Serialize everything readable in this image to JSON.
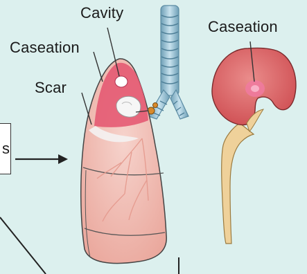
{
  "labels": {
    "cavity": "Cavity",
    "caseation_lung": "Caseation",
    "scar": "Scar",
    "caseation_kidney": "Caseation",
    "box_fragment": "s"
  },
  "colors": {
    "background": "#dcf0ee",
    "lung_fill": "#f3c4bc",
    "caseation": "#e4536f",
    "kidney": "#e06a6c",
    "ureter": "#efd19a",
    "trachea": "#9ec7d9"
  }
}
